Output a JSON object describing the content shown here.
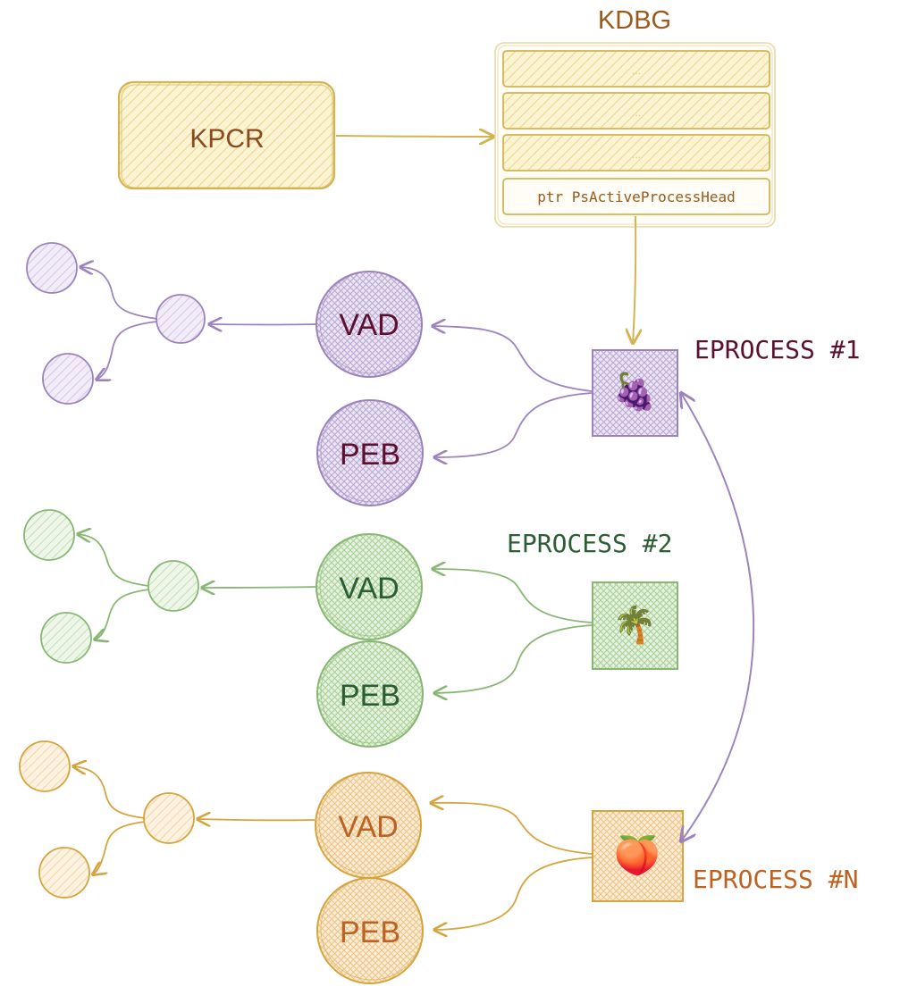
{
  "kpcr": {
    "label": "KPCR"
  },
  "kdbg": {
    "title": "KDBG",
    "rows": [
      "...",
      "...",
      "..."
    ],
    "pointer_row": "ptr PsActiveProcessHead"
  },
  "colors": {
    "yellow_stroke": "#d4b452",
    "yellow_fill": "#f5e8ab",
    "kpcr_text": "#8b4a1c",
    "kdbg_text": "#9a5a1e",
    "purple_stroke": "#9c83bd",
    "purple_fill": "#e4dcef",
    "purple_text": "#5c0f2e",
    "green_stroke": "#88b774",
    "green_fill": "#d8ebcf",
    "green_text": "#2c5e34",
    "orange_stroke": "#d6a43c",
    "orange_fill": "#fbe6c8",
    "orange_text": "#bc6222"
  },
  "processes": [
    {
      "label": "EPROCESS #1",
      "emoji": "🍇",
      "icon": "grapes-icon",
      "vad": "VAD",
      "peb": "PEB"
    },
    {
      "label": "EPROCESS #2",
      "emoji": "🌴",
      "icon": "palm-tree-icon",
      "vad": "VAD",
      "peb": "PEB"
    },
    {
      "label": "EPROCESS #N",
      "emoji": "🍑",
      "icon": "peach-icon",
      "vad": "VAD",
      "peb": "PEB"
    }
  ]
}
